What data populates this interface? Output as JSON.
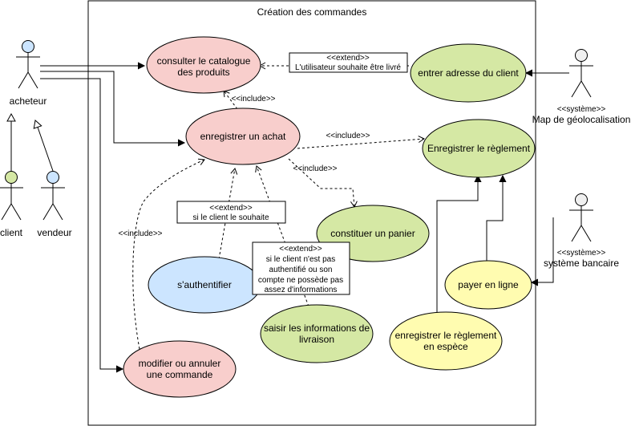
{
  "system": {
    "title": "Création des commandes"
  },
  "colors": {
    "pink": "#f8cecc",
    "green": "#d5e8a4",
    "blue": "#cce5ff",
    "yellow": "#fffcb0",
    "gray": "#f0f0f0"
  },
  "actors": {
    "acheteur": "acheteur",
    "client": "client",
    "vendeur": "vendeur",
    "map_stereotype": "<<système>>",
    "map_name": "Map de géolocalisation",
    "bank_stereotype": "<<système>>",
    "bank_name": "système bancaire"
  },
  "usecases": {
    "catalogue": [
      "consulter le catalogue",
      "des produits"
    ],
    "adresse": [
      "entrer adresse du client"
    ],
    "achat": [
      "enregistrer un achat"
    ],
    "reglement": [
      "Enregistrer le règlement"
    ],
    "panier": [
      "constituer un panier"
    ],
    "auth": [
      "s'authentifier"
    ],
    "livraison": [
      "saisir les informations de",
      "livraison"
    ],
    "espece": [
      "enregistrer le règlement",
      "en espèce"
    ],
    "enligne": [
      "payer en ligne"
    ],
    "modifier": [
      "modifier ou annuler",
      "une commande"
    ]
  },
  "relations": {
    "include": "<<include>>",
    "extend": "<<extend>>"
  },
  "notes": {
    "adresse_condition": "L'utilisateur souhaite être livré",
    "auth_condition": "si le client le souhaite",
    "livraison_condition": [
      "si le client n'est pas",
      "authentifié ou son",
      "compte ne possède pas",
      "assez d'informations"
    ]
  }
}
